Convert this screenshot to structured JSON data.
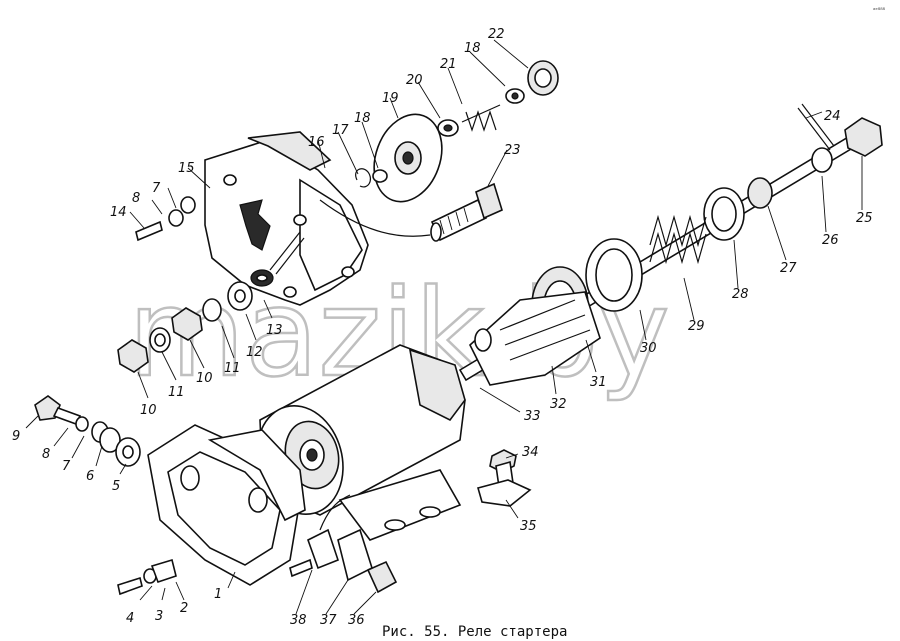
{
  "figure": {
    "caption": "Рис. 55. Реле стартера",
    "corner_mark": "ᵃᵉ⁸⁸⁸",
    "watermark": "mazik.by"
  },
  "callouts": [
    "1",
    "2",
    "3",
    "4",
    "5",
    "6",
    "7",
    "8",
    "9",
    "10",
    "10",
    "11",
    "11",
    "12",
    "13",
    "14",
    "7",
    "8",
    "15",
    "16",
    "17",
    "18",
    "19",
    "20",
    "21",
    "18",
    "22",
    "23",
    "24",
    "25",
    "26",
    "27",
    "28",
    "29",
    "30",
    "31",
    "32",
    "33",
    "34",
    "35",
    "36",
    "37",
    "38"
  ]
}
